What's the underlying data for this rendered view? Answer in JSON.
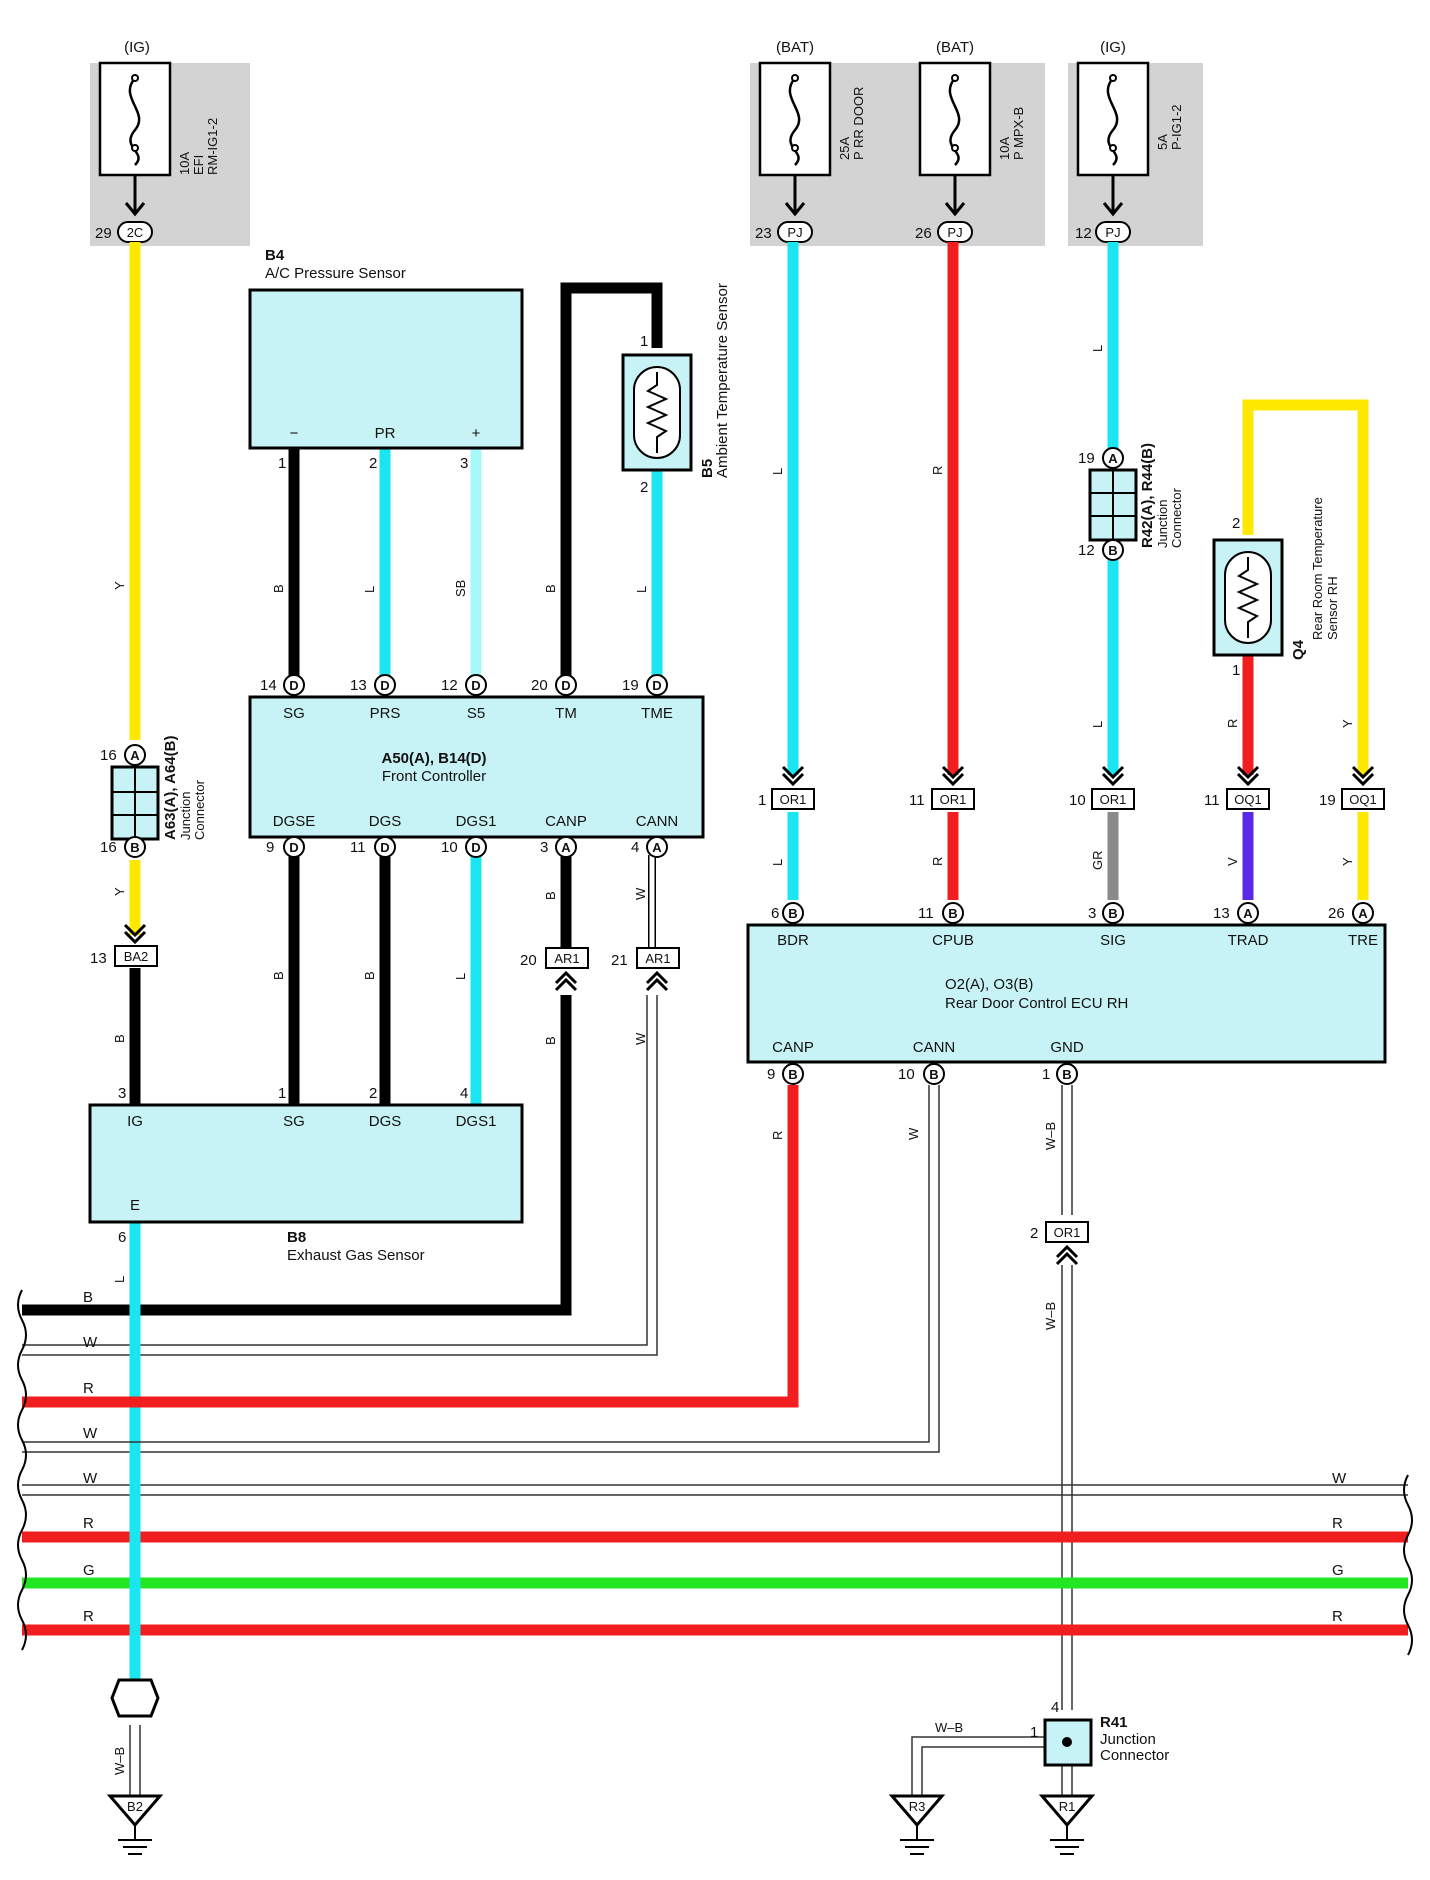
{
  "fuses": [
    {
      "id": "f_rmig",
      "source": "(IG)",
      "rating": "10A",
      "name1": "EFI",
      "name2": "RM-IG1-2",
      "pin": "29",
      "conn": "2C"
    },
    {
      "id": "f_prr",
      "source": "(BAT)",
      "rating": "25A",
      "name1": "P RR DOOR",
      "name2": "",
      "pin": "23",
      "conn": "PJ"
    },
    {
      "id": "f_pmpx",
      "source": "(BAT)",
      "rating": "10A",
      "name1": "P MPX-B",
      "name2": "",
      "pin": "26",
      "conn": "PJ"
    },
    {
      "id": "f_pig",
      "source": "(IG)",
      "rating": "5A",
      "name1": "P-IG1-2",
      "name2": "",
      "pin": "12",
      "conn": "PJ"
    }
  ],
  "components": {
    "b4": {
      "code": "B4",
      "name": "A/C Pressure Sensor",
      "pins": [
        "−",
        "PR",
        "+"
      ]
    },
    "b5": {
      "code": "B5",
      "name": "Ambient Temperature Sensor"
    },
    "front": {
      "code": "A50(A), B14(D)",
      "name": "Front Controller",
      "top_pins": [
        "SG",
        "PRS",
        "S5",
        "TM",
        "TME"
      ],
      "bottom_pins": [
        "DGSE",
        "DGS",
        "DGS1",
        "CANP",
        "CANN"
      ]
    },
    "b8": {
      "code": "B8",
      "name": "Exhaust Gas Sensor",
      "pins": [
        "IG",
        "SG",
        "DGS",
        "DGS1",
        "E"
      ]
    },
    "ecu": {
      "code": "O2(A), O3(B)",
      "name": "Rear Door Control ECU RH",
      "top_pins": [
        "BDR",
        "CPUB",
        "SIG",
        "TRAD",
        "TRE"
      ],
      "bottom_pins": [
        "CANP",
        "CANN",
        "GND"
      ]
    },
    "q4": {
      "code": "Q4",
      "name1": "Rear Room Temperature",
      "name2": "Sensor RH"
    },
    "a63": {
      "code": "A63(A), A64(B)",
      "name1": "Junction",
      "name2": "Connector"
    },
    "r42": {
      "code": "R42(A), R44(B)",
      "name1": "Junction",
      "name2": "Connector"
    },
    "r41": {
      "code": "R41",
      "name1": "Junction",
      "name2": "Connector"
    }
  },
  "grounds": [
    "B2",
    "R3",
    "R1"
  ],
  "inline_connectors": [
    "BA2",
    "AR1",
    "AR1",
    "OR1",
    "OR1",
    "OR1",
    "OQ1",
    "OQ1",
    "OR1"
  ],
  "wire_colors": {
    "Y": "#ffe800",
    "B": "#000000",
    "L": "#19e6f0",
    "SB": "#a6f8fb",
    "R": "#f01e1e",
    "GR": "#8a8a8a",
    "V": "#5a28e6",
    "G": "#23e623",
    "W": "#ffffff",
    "W-B": "#ffffff"
  },
  "pin_numbers": {
    "p16a": "16",
    "p16b": "16",
    "p13ba2": "13",
    "p3b8": "3",
    "p1b8": "1",
    "p2b8": "2",
    "p4b8": "4",
    "p6b8": "6",
    "p1b4": "1",
    "p2b4": "2",
    "p3b4": "3",
    "p1b5": "1",
    "p2b5": "2",
    "p14": "14",
    "p13": "13",
    "p12": "12",
    "p20": "20",
    "p19": "19",
    "p9": "9",
    "p11": "11",
    "p10": "10",
    "p3": "3",
    "p4": "4",
    "p20ar": "20",
    "p21ar": "21",
    "p1or": "1",
    "p11or": "11",
    "p10or": "10",
    "p11oq": "11",
    "p19oq": "19",
    "p6e": "6",
    "p11e": "11",
    "p3e": "3",
    "p13e": "13",
    "p26e": "26",
    "p9e": "9",
    "p10e": "10",
    "p1e": "1",
    "p2or": "2",
    "p19r": "19",
    "p12r": "12",
    "p2q": "2",
    "p1q": "1",
    "p4r41": "4",
    "p1r41": "1"
  },
  "pin_letters": {
    "D": "D",
    "A": "A",
    "B": "B"
  },
  "wire_labels": {
    "Y": "Y",
    "B": "B",
    "L": "L",
    "SB": "SB",
    "R": "R",
    "GR": "GR",
    "V": "V",
    "W": "W",
    "G": "G",
    "WB": "W–B"
  }
}
